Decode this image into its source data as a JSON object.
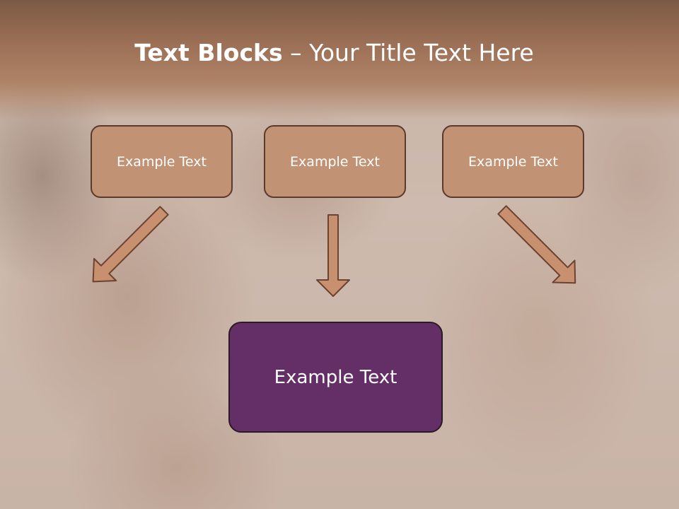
{
  "slide": {
    "title_bold": "Text Blocks",
    "title_separator": " – ",
    "title_rest": "Your Title Text Here",
    "blocks": [
      {
        "label": "Example Text"
      },
      {
        "label": "Example Text"
      },
      {
        "label": "Example Text"
      }
    ],
    "main_block": {
      "label": "Example Text"
    }
  },
  "colors": {
    "box_fill": "#c19273",
    "box_border": "#5a3a2a",
    "main_fill": "#642f66",
    "arrow_fill": "#c8906e",
    "arrow_border": "#6b4330",
    "title_band": "#9a6f55"
  }
}
